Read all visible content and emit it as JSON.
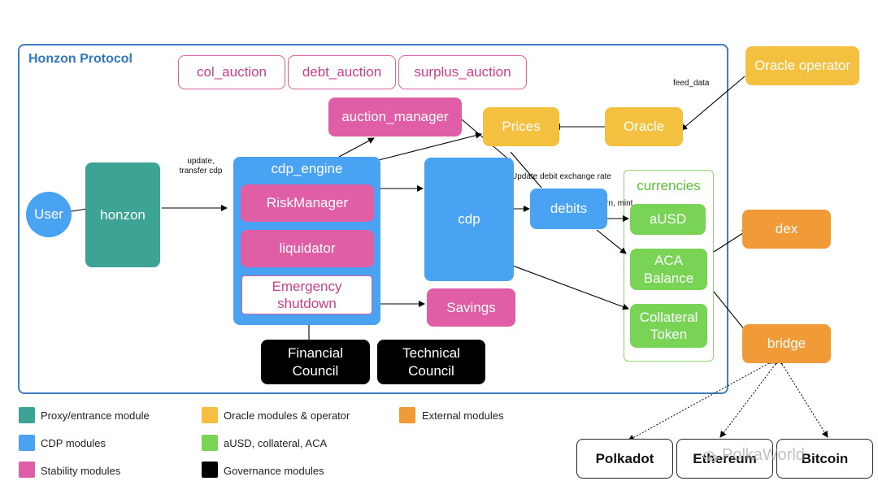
{
  "title": "Honzon Protocol",
  "nodes": {
    "user": "User",
    "honzon": "honzon",
    "cdp_engine": "cdp_engine",
    "risk_manager": "RiskManager",
    "liquidator": "liquidator",
    "emergency_shutdown": "Emergency shutdown",
    "col_auction": "col_auction",
    "debt_auction": "debt_auction",
    "surplus_auction": "surplus_auction",
    "auction_manager": "auction_manager",
    "prices": "Prices",
    "oracle": "Oracle",
    "oracle_operator": "Oracle operator",
    "cdp": "cdp",
    "debits": "debits",
    "savings": "Savings",
    "currencies": "currencies",
    "ausd": "aUSD",
    "aca_balance": "ACA Balance",
    "collateral_token": "Collateral Token",
    "dex": "dex",
    "bridge": "bridge",
    "financial_council": "Financial Council",
    "technical_council": "Technical Council",
    "polkadot": "Polkadot",
    "ethereum": "Ethereum",
    "bitcoin": "Bitcoin"
  },
  "edge_labels": {
    "update_transfer": "update,\ntransfer cdp",
    "feed_data": "feed_data",
    "update_rate": "Update debit exchange rate",
    "burn_mint": "burn, mint"
  },
  "legend": [
    {
      "label": "Proxy/entrance module",
      "color": "#3da394"
    },
    {
      "label": "CDP modules",
      "color": "#4aa3f2"
    },
    {
      "label": "Stability modules",
      "color": "#df5ea5"
    },
    {
      "label": "Oracle modules & operator",
      "color": "#f3c040"
    },
    {
      "label": "aUSD, collateral, ACA",
      "color": "#79d456"
    },
    {
      "label": "Governance modules",
      "color": "#000000"
    },
    {
      "label": "External modules",
      "color": "#f19a38"
    }
  ],
  "watermark": "PolkaWorld"
}
